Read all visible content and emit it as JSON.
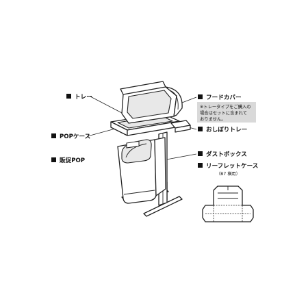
{
  "labels": {
    "tray": "トレー",
    "pop_case": "POPケース",
    "sales_pop": "販促POP",
    "hood_cover": "フードカバー",
    "oshibori_tray": "おしぼりトレー",
    "dust_box": "ダストボックス",
    "leaflet_case": "リーフレットケース",
    "leaflet_case_sub": "（B7 横用）"
  },
  "note": {
    "line1": "※トレータイプをご購入の",
    "line2": "場合はセットに含まれて",
    "line3": "おりません。"
  },
  "bullet": "■",
  "colors": {
    "line": "#222222",
    "note_box": "#d9d9d9",
    "inner_fill": "#e8e8e8",
    "background": "#ffffff"
  }
}
